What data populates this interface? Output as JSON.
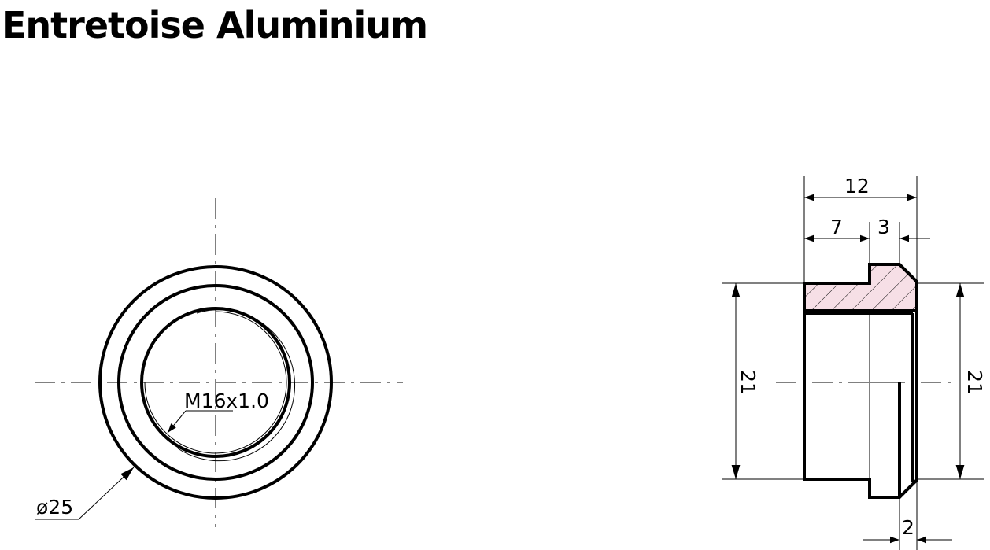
{
  "title": "Entretoise Aluminium",
  "front_view": {
    "thread_label": "M16x1.0",
    "diameter_label": "ø25"
  },
  "side_view": {
    "dim_total_width": "12",
    "dim_left_part": "7",
    "dim_flange": "3",
    "dim_height_left": "21",
    "dim_height_right": "21",
    "dim_bottom": "2"
  },
  "colors": {
    "section_hatch_fill": "#f6dfe6",
    "line": "#000000"
  }
}
